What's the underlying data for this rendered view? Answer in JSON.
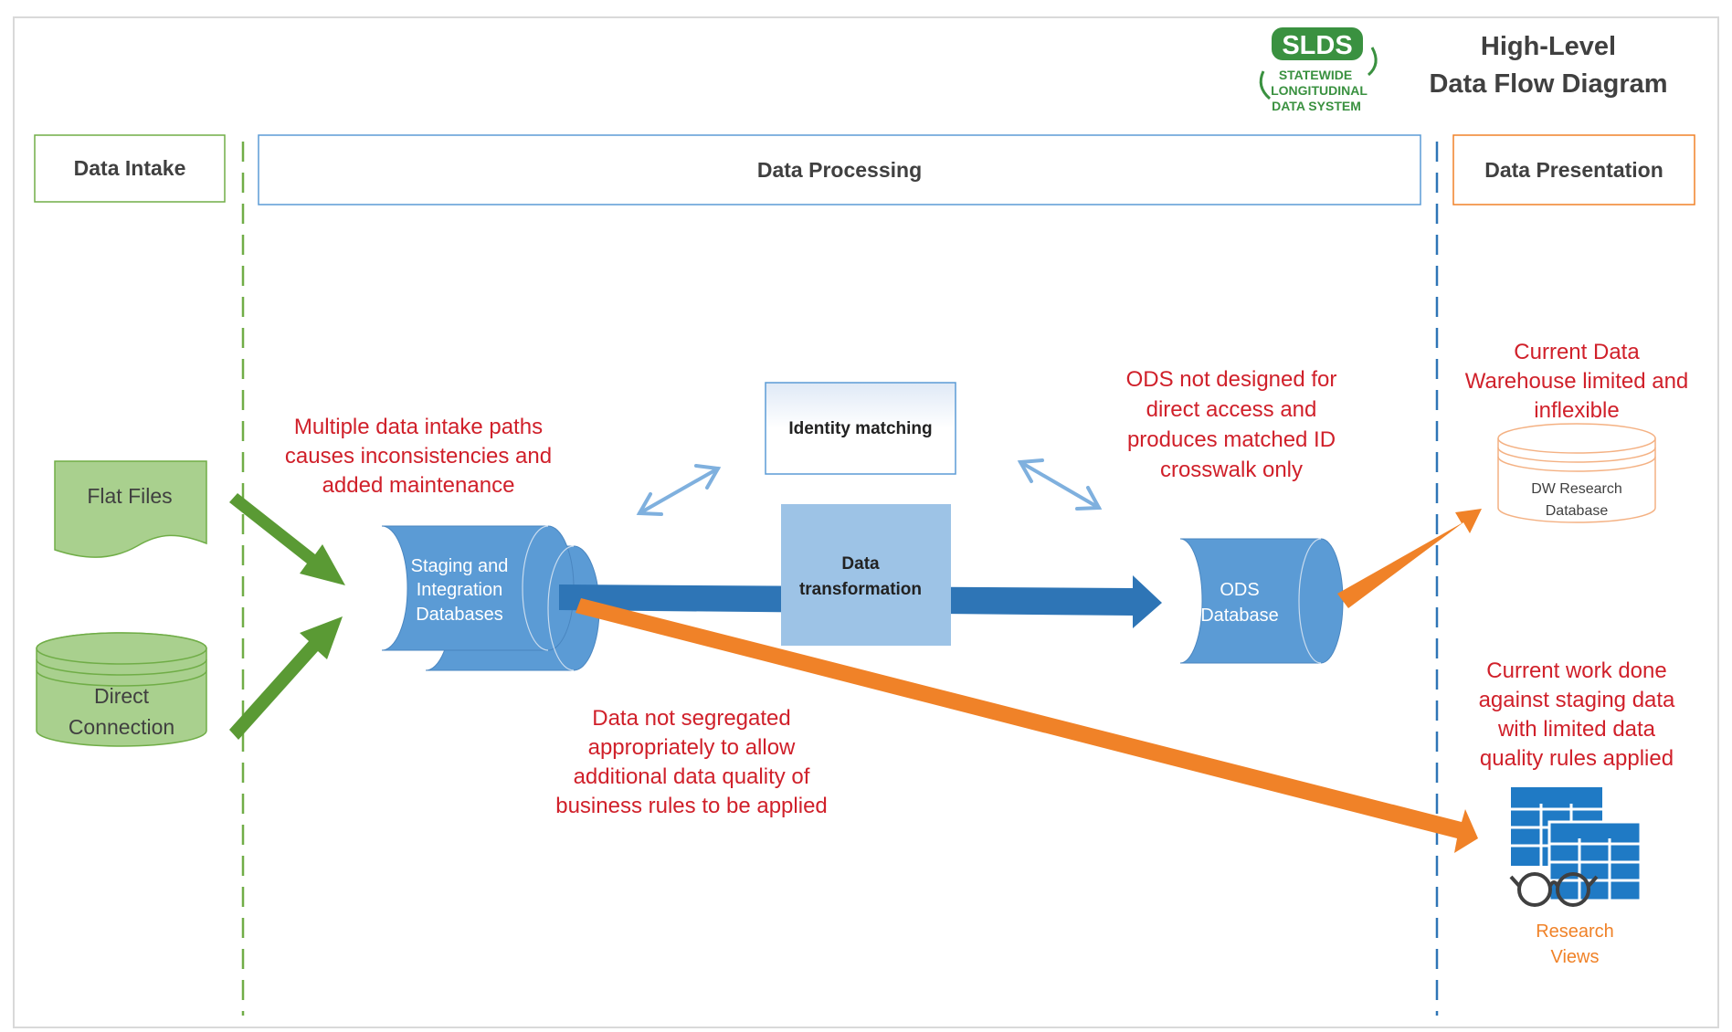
{
  "title": {
    "line1": "High-Level",
    "line2": "Data Flow Diagram"
  },
  "logo": {
    "abbr": "SLDS",
    "line1": "STATEWIDE",
    "line2": "LONGITUDINAL",
    "line3": "DATA SYSTEM"
  },
  "sections": {
    "intake": "Data Intake",
    "processing": "Data Processing",
    "presentation": "Data Presentation"
  },
  "sources": {
    "flat_files": "Flat Files",
    "direct_line1": "Direct",
    "direct_line2": "Connection"
  },
  "nodes": {
    "staging_line1": "Staging  and",
    "staging_line2": "Integration",
    "staging_line3": "Databases",
    "identity": "Identity matching",
    "transform_line1": "Data",
    "transform_line2": "transformation",
    "ods_line1": "ODS",
    "ods_line2": "Database",
    "dw_line1": "DW Research",
    "dw_line2": "Database",
    "research_line1": "Research",
    "research_line2": "Views"
  },
  "notes": {
    "intake": [
      "Multiple data intake paths",
      "causes inconsistencies and",
      "added maintenance"
    ],
    "segregation": [
      "Data not segregated",
      "appropriately to allow",
      "additional data quality of",
      "business rules to be applied"
    ],
    "ods": [
      "ODS not designed for",
      "direct access and",
      "produces matched ID",
      "crosswalk only"
    ],
    "warehouse": [
      "Current Data",
      "Warehouse limited and",
      "inflexible"
    ],
    "staging_work": [
      "Current work done",
      "against staging data",
      "with limited data",
      "quality rules applied"
    ]
  },
  "colors": {
    "green_arrow": "#5a9a34",
    "orange_arrow": "#f08228",
    "blue_db": "#5b9bd5",
    "light_blue": "#9dc3e6",
    "red_text": "#d0202a",
    "green_fill": "#a9d08e"
  }
}
